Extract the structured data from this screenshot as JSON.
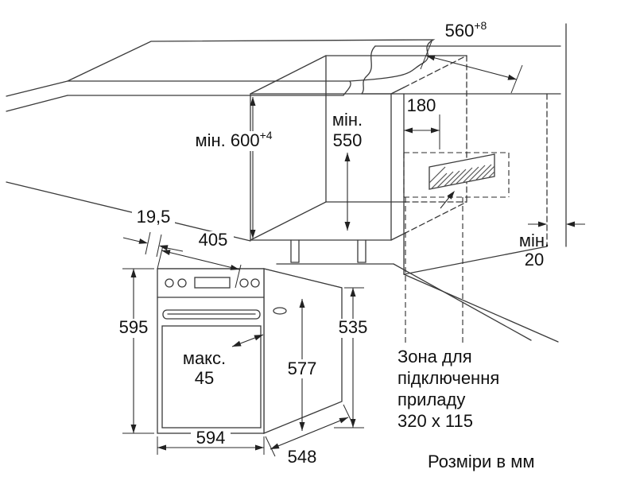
{
  "labels": {
    "niche_width": {
      "label": "560",
      "sup": "+8"
    },
    "niche_height": {
      "label": "мін. 600",
      "sup": "+4"
    },
    "niche_depth": {
      "line1": "мін.",
      "line2": "550"
    },
    "zone_offset": {
      "label": "180"
    },
    "rear_gap": {
      "line1": "мін.",
      "line2": "20"
    },
    "front_overhang": {
      "label": "19,5"
    },
    "top_depth": {
      "label": "405"
    },
    "oven_height": {
      "label": "595"
    },
    "handle_max": {
      "line1": "макс.",
      "line2": "45"
    },
    "door_height": {
      "label": "577"
    },
    "body_height": {
      "label": "535"
    },
    "oven_width": {
      "label": "594"
    },
    "oven_depth": {
      "label": "548"
    },
    "connection_zone": {
      "line1": "Зона для",
      "line2": "підключення",
      "line3": "приладу",
      "line4": "320 x 115"
    },
    "units_note": "Розміри в мм"
  }
}
